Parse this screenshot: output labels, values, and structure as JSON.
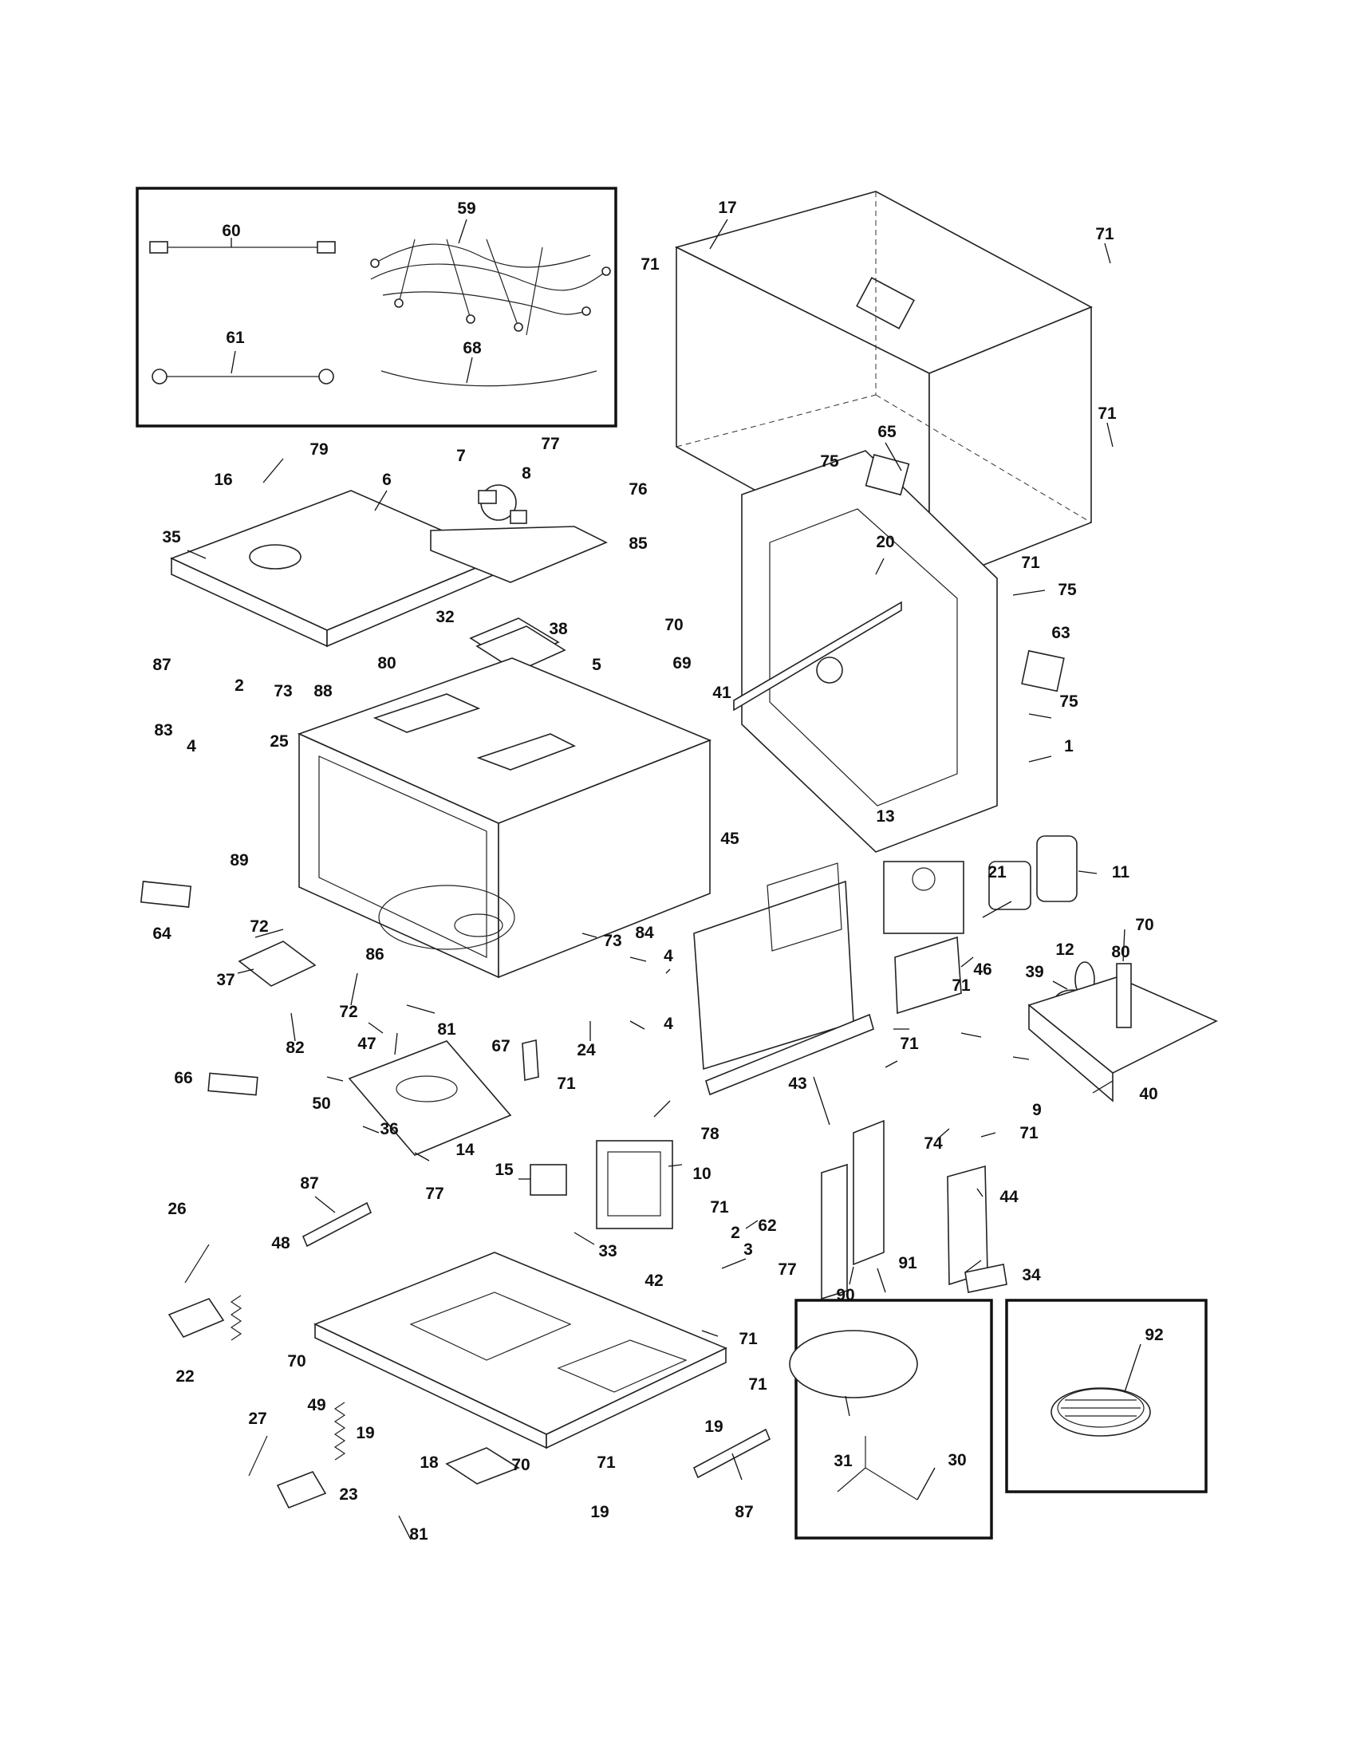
{
  "diagram": {
    "callouts": [
      "60",
      "59",
      "61",
      "68",
      "17",
      "71",
      "71",
      "71",
      "71",
      "79",
      "16",
      "6",
      "7",
      "77",
      "8",
      "76",
      "85",
      "35",
      "75",
      "65",
      "20",
      "75",
      "63",
      "75",
      "32",
      "38",
      "70",
      "69",
      "87",
      "2",
      "73",
      "88",
      "80",
      "5",
      "41",
      "1",
      "83",
      "4",
      "25",
      "89",
      "64",
      "72",
      "73",
      "84",
      "4",
      "13",
      "21",
      "11",
      "45",
      "70",
      "12",
      "80",
      "37",
      "86",
      "72",
      "46",
      "39",
      "82",
      "47",
      "81",
      "24",
      "4",
      "71",
      "67",
      "66",
      "50",
      "71",
      "71",
      "78",
      "43",
      "9",
      "40",
      "36",
      "14",
      "74",
      "71",
      "15",
      "10",
      "87",
      "77",
      "71",
      "62",
      "44",
      "26",
      "48",
      "2",
      "33",
      "3",
      "77",
      "90",
      "91",
      "34",
      "42",
      "22",
      "71",
      "70",
      "71",
      "92",
      "49",
      "27",
      "19",
      "19",
      "70",
      "71",
      "18",
      "23",
      "31",
      "30",
      "19",
      "87",
      "81"
    ]
  }
}
